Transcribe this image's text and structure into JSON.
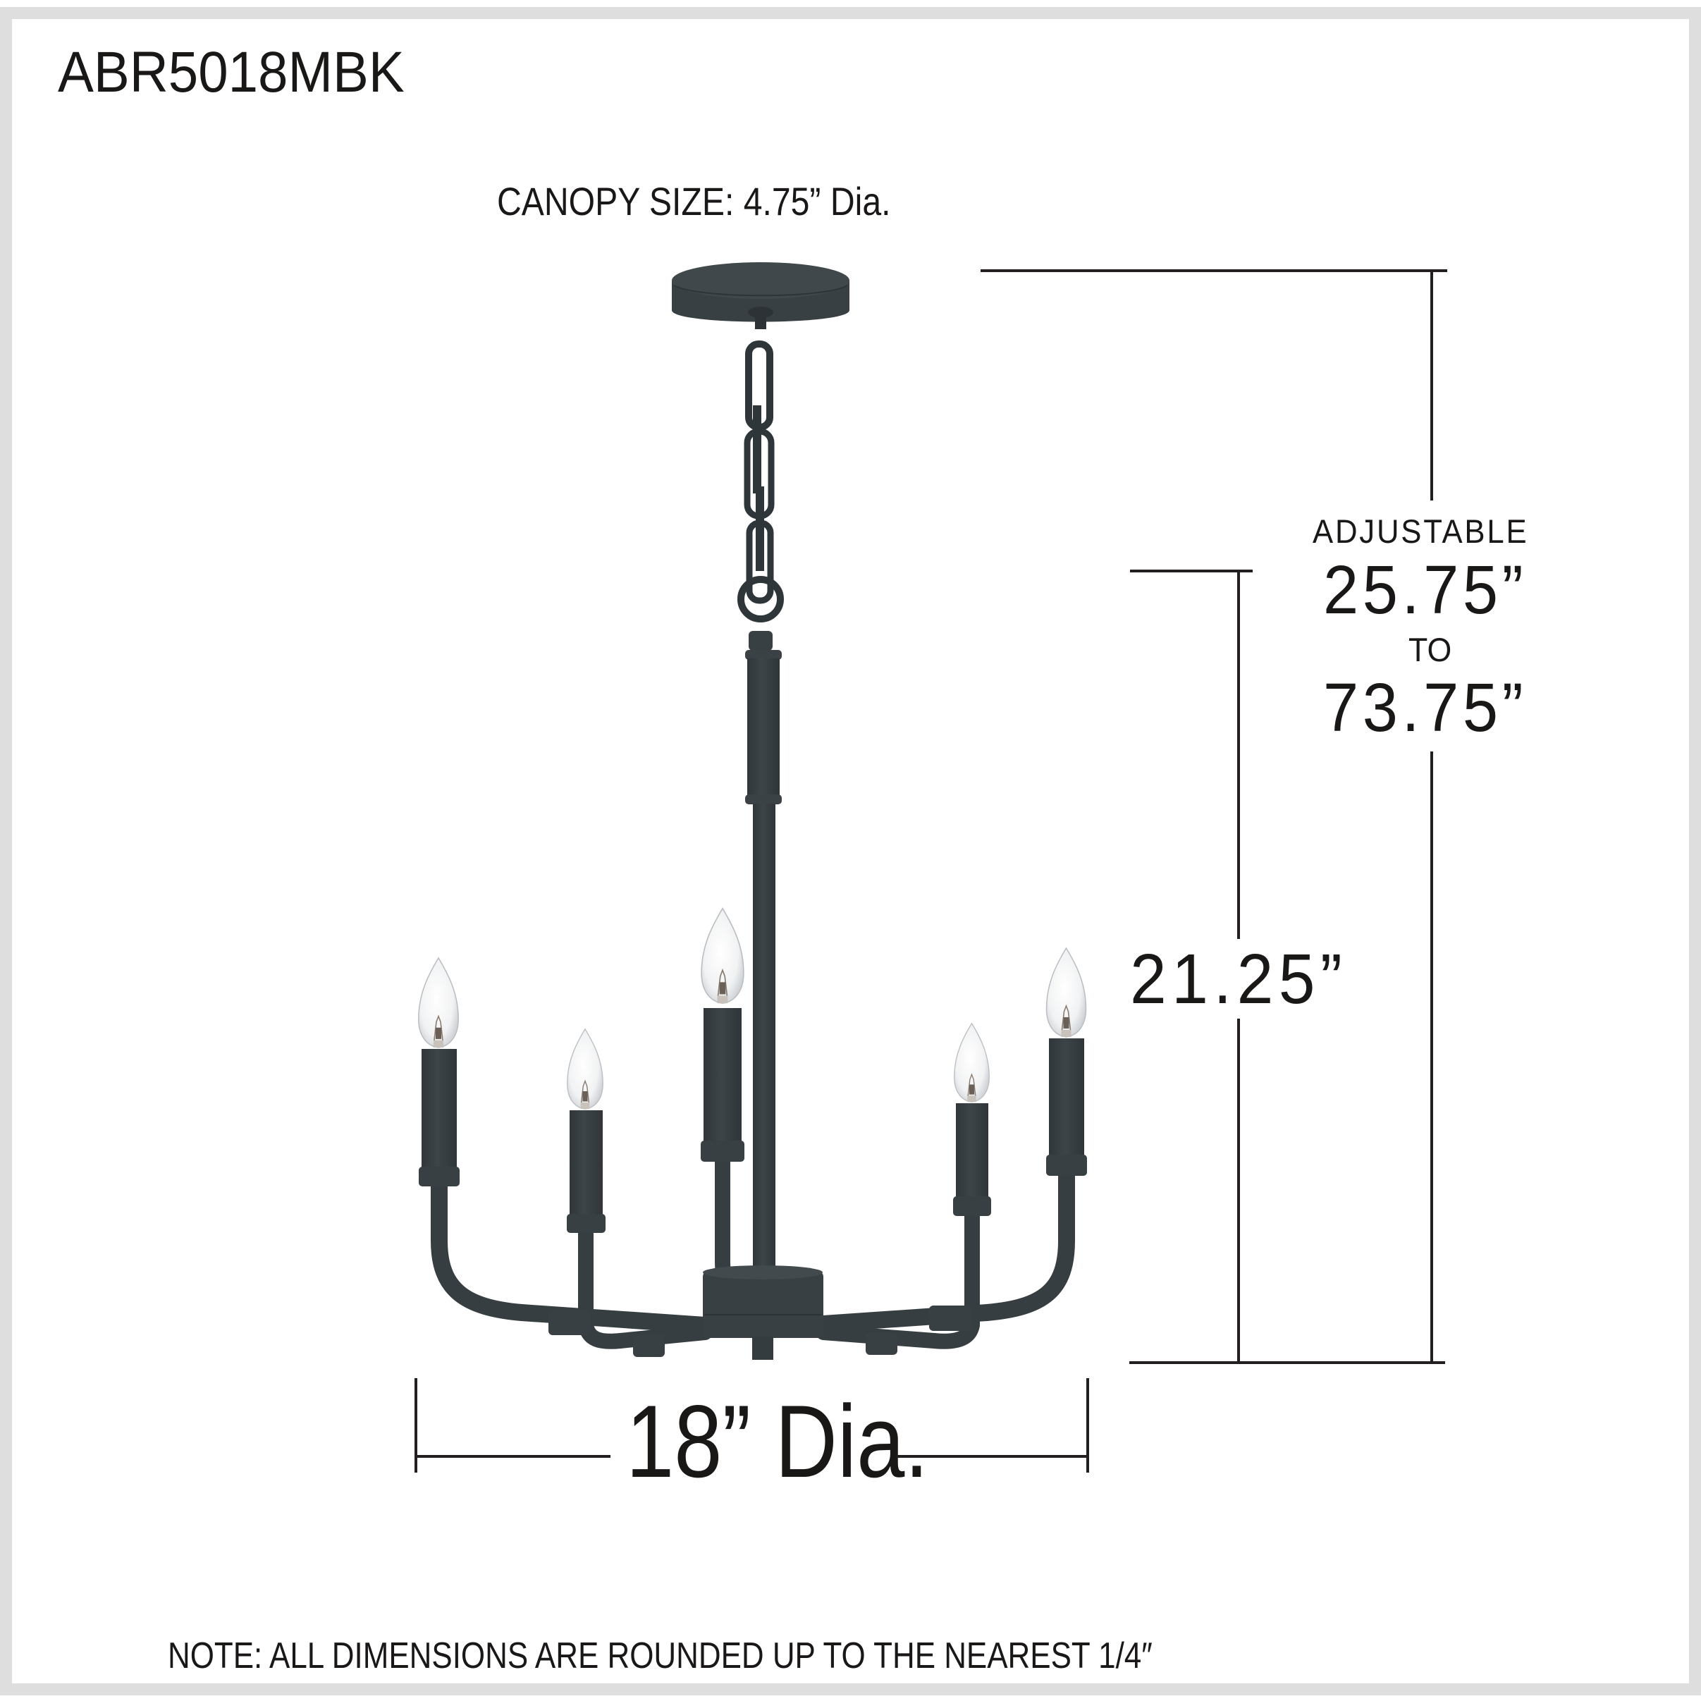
{
  "header": {
    "model_number": "ABR5018MBK"
  },
  "canopy": {
    "label": "CANOPY SIZE: 4.75” Dia.",
    "size": "4.75”",
    "shape": "Dia."
  },
  "dimensions": {
    "adjustable": {
      "label": "ADJUSTABLE",
      "min": "25.75”",
      "connector": "TO",
      "max": "73.75”"
    },
    "fixture_height": "21.25”",
    "diameter": "18” Dia."
  },
  "fixture": {
    "type": "chandelier",
    "light_count": 5,
    "finish_color": "#394044",
    "bulb_style": "clear candelabra"
  },
  "footer": {
    "note": "NOTE:  ALL DIMENSIONS ARE ROUNDED UP TO THE NEAREST  1/4″"
  },
  "colors": {
    "frame": "#dedede",
    "text": "#1a1717",
    "dimension_lines": "#231f20",
    "metal": "#394044"
  }
}
